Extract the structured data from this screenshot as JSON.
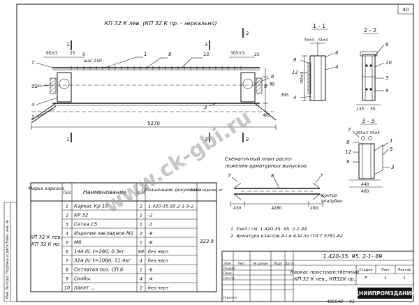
{
  "sheet_number": "40",
  "title": "КП 32 К лев.  (КП 32 К пр. - зеркально)",
  "dims": {
    "d65": "65±3",
    "d25": "25",
    "d6": "6",
    "step": "шаг 150",
    "d305": "305±3",
    "d25b": "25",
    "d80": "80",
    "d485": "485",
    "d5270": "5270",
    "d395": "395",
    "d553": "55±3",
    "d553b": "55±3",
    "d780": "780±3",
    "d135": "135",
    "d35": "35",
    "d305b": "305±3",
    "d553c": "55±3",
    "d440": "440",
    "d460": "460",
    "d430": "430",
    "d4280": "4280",
    "d290": "290"
  },
  "callouts_main": [
    "1",
    "8",
    "10",
    "7",
    "3",
    "12",
    "4",
    "1",
    "6",
    "5",
    "3"
  ],
  "section_1_1": {
    "label": "1 - 1",
    "callouts": [
      "6",
      "4",
      "8",
      "12",
      "4"
    ]
  },
  "section_2_2": {
    "label": "2 - 2",
    "callouts": [
      "6",
      "10",
      "3",
      "9"
    ]
  },
  "section_3_3": {
    "label": "3 - 3",
    "callouts": [
      "7",
      "8",
      "12",
      "9",
      "1",
      "5",
      "3"
    ]
  },
  "cut_marks": [
    "1",
    "1",
    "3",
    "3",
    "2",
    "2"
  ],
  "scheme": {
    "title_line1": "Схематичный  план распо-",
    "title_line2": "ложения арматурных выпусков",
    "callouts": [
      "7",
      "8",
      "7"
    ],
    "contour_line1": "Контур",
    "contour_line2": "опалубки"
  },
  "notes": {
    "n1": "1. Узел  I  см. 1.420-35. 95. 2-1-34",
    "n2": "2. Арматура классов А-I и А-III  по  ГОСТ 5781-82"
  },
  "spec": {
    "headers": {
      "mark": "Марка каркаса",
      "pos": "Поз",
      "name": "Наименование",
      "qty": "Кол",
      "doc": "Обозначение документа",
      "mass": "Масса изделия, кг"
    },
    "mark_value": "КП 32 К лев.",
    "mark_value2": "КП 32 К пр.",
    "mass_value": "323.9",
    "rows": [
      {
        "pos": "1",
        "name": "Каркас  Кр 19",
        "qty": "2",
        "doc": "1.420-35.95.2-1-3-2"
      },
      {
        "pos": "2",
        "name": "КР 32",
        "qty": "1",
        "doc": "-2"
      },
      {
        "pos": "3",
        "name": "Сетка   С5",
        "qty": "1",
        "doc": "-3"
      },
      {
        "pos": "4",
        "name": "Изделие закладное  М1",
        "qty": "2",
        "doc": "-8"
      },
      {
        "pos": "5",
        "name": "М6",
        "qty": "1",
        "doc": "-8"
      },
      {
        "pos": "6",
        "name": "14А III; ℓ=280; 0,3кг",
        "qty": "68",
        "doc": "без черт."
      },
      {
        "pos": "7",
        "name": "32А III; ℓ=1080; 11,4кг",
        "qty": "4",
        "doc": "без черт"
      },
      {
        "pos": "8",
        "name": "Сетчатая поз. СП 6",
        "qty": "1",
        "doc": "-6"
      },
      {
        "pos": "9",
        "name": "Скобы",
        "qty": "4",
        "doc": "-4"
      },
      {
        "pos": "10",
        "name": "пакет  ...",
        "qty": "1",
        "doc": "без черт"
      }
    ]
  },
  "title_block": {
    "h1": "Изм",
    "h2": "Лист",
    "h3": "№ докум",
    "h4": "Подп",
    "h5": "Дата",
    "roles": [
      "Разраб",
      "Пров.",
      "Нач.гр.",
      "Н.контр"
    ],
    "designation": "1.420-35. 95. 2-1- 89",
    "stage_h": "Стадия",
    "sheet_h": "Лист",
    "sheets_h": "Листов",
    "stage": "Р",
    "sheet": "1",
    "sheets": "1",
    "desc_line1": "Каркас  пространственный",
    "desc_line2": "КП 32 К лев., КП32К пр.",
    "org": "ЦНИИПРОМЗДАНИЙ",
    "bottom_code": "400540",
    "bottom_num": "41"
  },
  "margin_text": "Инв. № подл.   Подпись и дата   Взам. инв. №",
  "watermark": "www.ck-gbi.ru",
  "colors": {
    "ink": "#111111",
    "watermark": "#9a9a9a",
    "paper": "#ffffff"
  }
}
